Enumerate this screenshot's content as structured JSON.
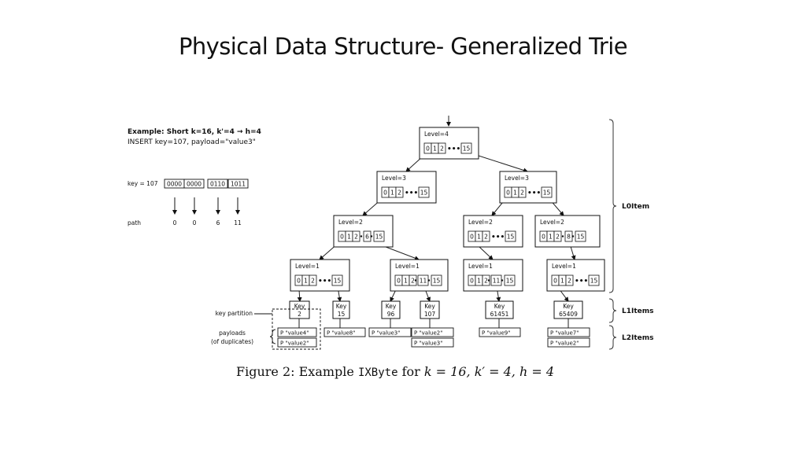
{
  "title": "Physical Data Structure- Generalized Trie",
  "example": {
    "line1": "Example: Short k=16, k'=4 → h=4",
    "line2": "INSERT key=107, payload=\"value3\""
  },
  "key_label": "key = 107",
  "key_bits": [
    "0000",
    "0000",
    "0110",
    "1011"
  ],
  "path_label": "path",
  "path_values": [
    "0",
    "0",
    "6",
    "11"
  ],
  "dots": "•••",
  "nodes": [
    {
      "level": "Level=4",
      "slots": [
        "0",
        "1",
        "2",
        "…",
        "15"
      ]
    },
    {
      "level": "Level=3",
      "slots": [
        "0",
        "1",
        "2",
        "…",
        "15"
      ]
    },
    {
      "level": "Level=3",
      "slots": [
        "0",
        "1",
        "2",
        "…",
        "15"
      ]
    },
    {
      "level": "Level=2",
      "slots": [
        "0",
        "1",
        "2",
        "6",
        "15"
      ]
    },
    {
      "level": "Level=2",
      "slots": [
        "0",
        "1",
        "2",
        "…",
        "15"
      ]
    },
    {
      "level": "Level=2",
      "slots": [
        "0",
        "1",
        "2",
        "8",
        "15"
      ]
    },
    {
      "level": "Level=1",
      "slots": [
        "0",
        "1",
        "2",
        "…",
        "15"
      ]
    },
    {
      "level": "Level=1",
      "slots": [
        "0",
        "1",
        "2",
        "11",
        "15"
      ]
    },
    {
      "level": "Level=1",
      "slots": [
        "0",
        "1",
        "2",
        "11",
        "15"
      ]
    },
    {
      "level": "Level=1",
      "slots": [
        "0",
        "1",
        "2",
        "…",
        "15"
      ]
    }
  ],
  "keys": [
    {
      "label": "Key",
      "value": "2"
    },
    {
      "label": "Key",
      "value": "15"
    },
    {
      "label": "Key",
      "value": "96"
    },
    {
      "label": "Key",
      "value": "107"
    },
    {
      "label": "Key",
      "value": "61451"
    },
    {
      "label": "Key",
      "value": "65409"
    }
  ],
  "payloads": [
    "P \"value4\"",
    "P \"value2\"",
    "P \"value8\"",
    "P \"value3\"",
    "P \"value2\"",
    "P \"value3\"",
    "P \"value9\"",
    "P \"value7\"",
    "P \"value2\""
  ],
  "side_labels": {
    "key_partition": "key partition",
    "payloads_1": "payloads",
    "payloads_2": "(of duplicates)"
  },
  "brace_labels": [
    "L0Item",
    "L1Items",
    "L2Items"
  ],
  "caption": {
    "prefix": "Figure 2: Example ",
    "mono": "IXByte",
    "middle": " for ",
    "math": "k = 16, k′ = 4, h = 4"
  }
}
